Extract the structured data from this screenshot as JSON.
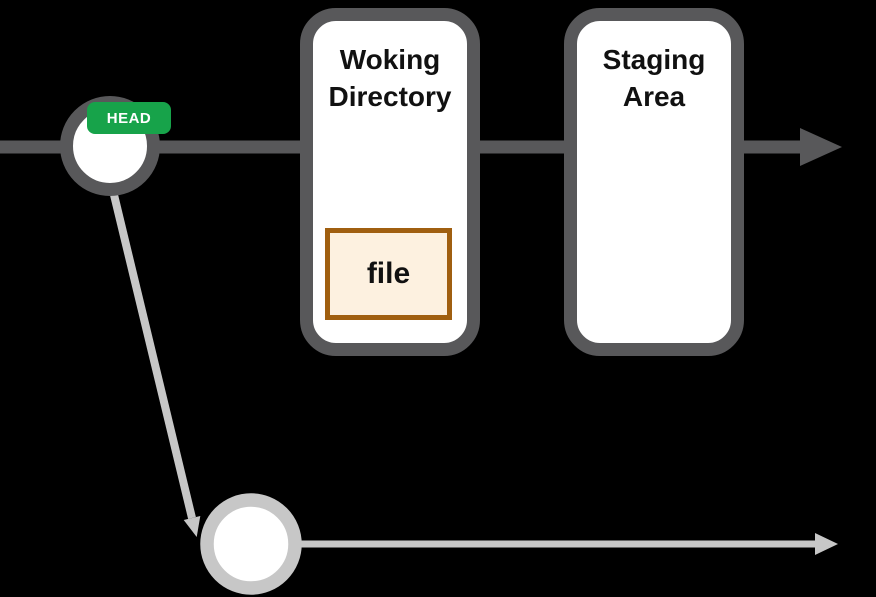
{
  "diagram": {
    "background_color": "#000000",
    "head_badge": {
      "label": "HEAD",
      "fill": "#17a34a",
      "text_color": "#ffffff"
    },
    "boxes": {
      "working_directory": {
        "label": "Woking Directory"
      },
      "staging_area": {
        "label": "Staging Area"
      }
    },
    "file_box": {
      "label": "file",
      "fill": "#fdf1e0",
      "border_color": "#a05f10"
    },
    "colors": {
      "dark_gray": "#58585a",
      "light_gray": "#c7c7c7",
      "white": "#ffffff",
      "text": "#111111"
    }
  }
}
